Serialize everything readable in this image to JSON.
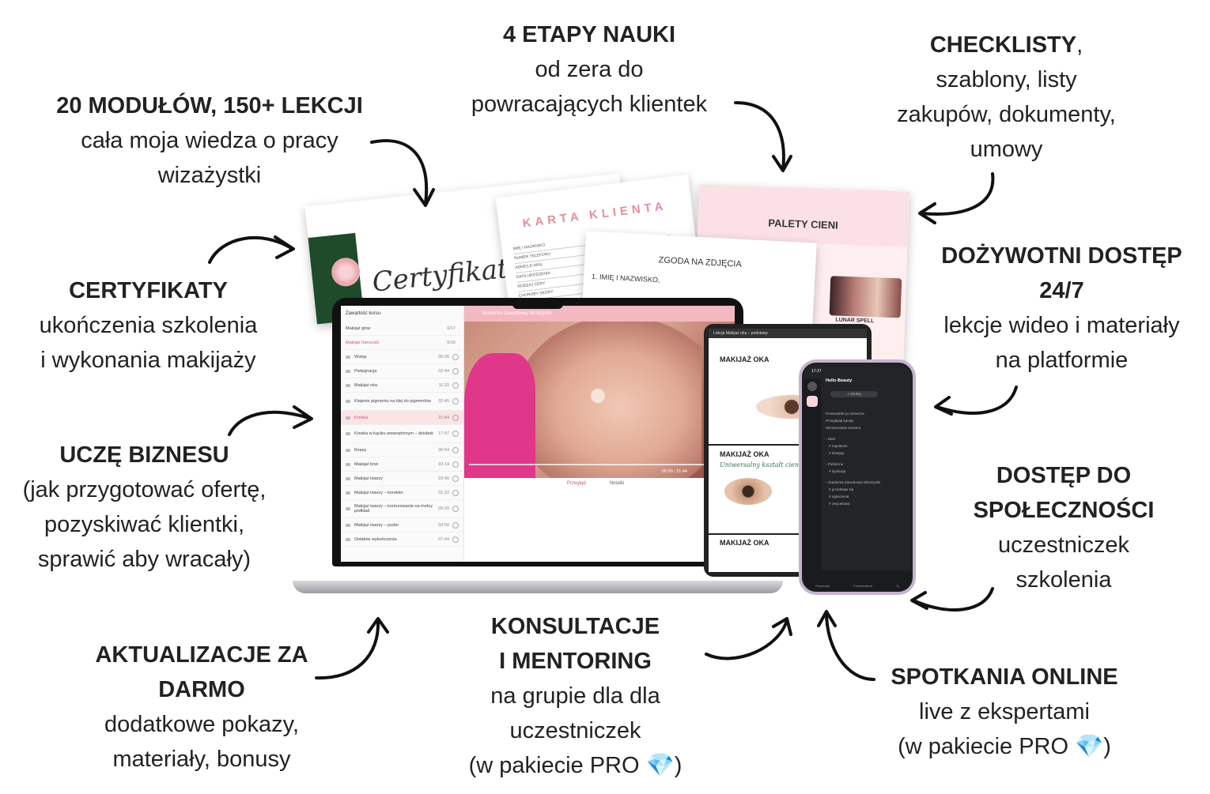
{
  "callouts": {
    "modules": {
      "title": "20 MODUŁÓW, 150+ LEKCJI",
      "l1": "cała moja wiedza o pracy",
      "l2": "wizażystki"
    },
    "stages": {
      "title": "4 ETAPY NAUKI",
      "l1": "od zera do",
      "l2": "powracających klientek"
    },
    "checklists": {
      "title": "CHECKLISTY",
      "comma": ",",
      "l1": "szablony, listy",
      "l2": "zakupów, dokumenty,",
      "l3": "umowy"
    },
    "certificates": {
      "title": "CERTYFIKATY",
      "l1": "ukończenia szkolenia",
      "l2": "i wykonania makijaży"
    },
    "lifetime": {
      "title": "DOŻYWOTNI DOSTĘP",
      "title2": "24/7",
      "l1": "lekcje wideo i materiały",
      "l2": "na platformie"
    },
    "business": {
      "title": "UCZĘ BIZNESU",
      "l1": "(jak przygotować ofertę,",
      "l2": "pozyskiwać klientki,",
      "l3": "sprawić aby wracały)"
    },
    "community": {
      "title": "DOSTĘP DO",
      "title2": "SPOŁECZNOŚCI",
      "l1": "uczestniczek",
      "l2": "szkolenia"
    },
    "updates": {
      "title": "AKTUALIZACJE ZA",
      "title2": "DARMO",
      "l1": "dodatkowe pokazy,",
      "l2": "materiały, bonusy"
    },
    "consult": {
      "title": "KONSULTACJE",
      "title2": "I MENTORING",
      "l1": "na grupie dla dla",
      "l2": "uczestniczek",
      "l3": "(w pakiecie PRO",
      "l3end": ")"
    },
    "meetings": {
      "title": "SPOTKANIA ONLINE",
      "l1": "live z ekspertami",
      "l2": "(w pakiecie PRO",
      "l2end": ")"
    }
  },
  "docs": {
    "certificate": "Certyfikat",
    "karta": "KARTA KLIENTA",
    "zgoda": "ZGODA NA ZDJĘCIA",
    "zgoda_field": "1. IMIĘ I NAZWISKO,",
    "palety": "PALETY CIENI",
    "lunar": "LUNAR SPELL",
    "karta_rows": [
      "IMIĘ I NAZWISKO",
      "NUMER TELEFONU",
      "ADRES E-MAIL",
      "DATA URODZENIA",
      "RODZAJ CERY",
      "CHOROBY SKÓRY"
    ]
  },
  "laptop": {
    "side_title": "Zawartość kursu",
    "groups": [
      {
        "name": "Makijaż glow",
        "count": "0/17"
      },
      {
        "name": "Makijaż francuski",
        "count": "0/16"
      }
    ],
    "lessons": [
      {
        "name": "Wstęp",
        "dur": "00:35"
      },
      {
        "name": "Pielęgnacja",
        "dur": "02:44"
      },
      {
        "name": "Makijaż oka",
        "dur": "11:23"
      },
      {
        "name": "Klejenie pigmentu na klej do pigmentów",
        "dur": "02:45"
      },
      {
        "name": "Kreska",
        "dur": "21:44",
        "active": true
      },
      {
        "name": "Kreska w kąciku wewnętrznym – dziubek",
        "dur": "17:47"
      },
      {
        "name": "Rzęsy",
        "dur": "06:54"
      },
      {
        "name": "Makijaż brwi",
        "dur": "03:14"
      },
      {
        "name": "Makijaż twarzy",
        "dur": "03:46"
      },
      {
        "name": "Makijaż twarzy – korektor",
        "dur": "01:22"
      },
      {
        "name": "Makijaż twarzy – konturowanie na mokry podkład",
        "dur": "05:20"
      },
      {
        "name": "Makijaż twarzy – puder",
        "dur": "03:50"
      },
      {
        "name": "Ostatnie wykończenia",
        "dur": "07:44"
      }
    ],
    "header": "Akademia Zawodowej Wizażystki",
    "time": "00:00 / 21:44",
    "tabs": [
      "Przegląd",
      "Notatki"
    ]
  },
  "tablet": {
    "header": "Lekcja Makijaż oka – podstawy",
    "s1": "MAKIJAŻ OKA",
    "s2": "MAKIJAŻ OKA",
    "s3": "MAKIJAŻ OKA",
    "script": "Uniwersalny kształt cienia"
  },
  "phone": {
    "time": "17:27",
    "server": "Hello Beauty",
    "search": "Szukaj",
    "items": [
      "Przewodnik po serwerze",
      "Przeglądaj kanały",
      "Wzmacnianie serwera"
    ],
    "sections": [
      {
        "name": "Start",
        "channels": [
          "regulamin",
          "dostępy"
        ]
      },
      {
        "name": "Publiczne",
        "channels": [
          "dyskusja"
        ]
      },
      {
        "name": "Akademia Zawodowej Wizażystki",
        "channels": [
          "przedstaw się",
          "ogłoszenia",
          "zwycięstwa"
        ]
      }
    ],
    "nav": [
      "Przewodnik",
      "Powiadomienia",
      "Ty"
    ]
  },
  "colors": {
    "pink": "#f3b8c0",
    "accent": "#d9526a",
    "gem": "#1e9bf0"
  }
}
